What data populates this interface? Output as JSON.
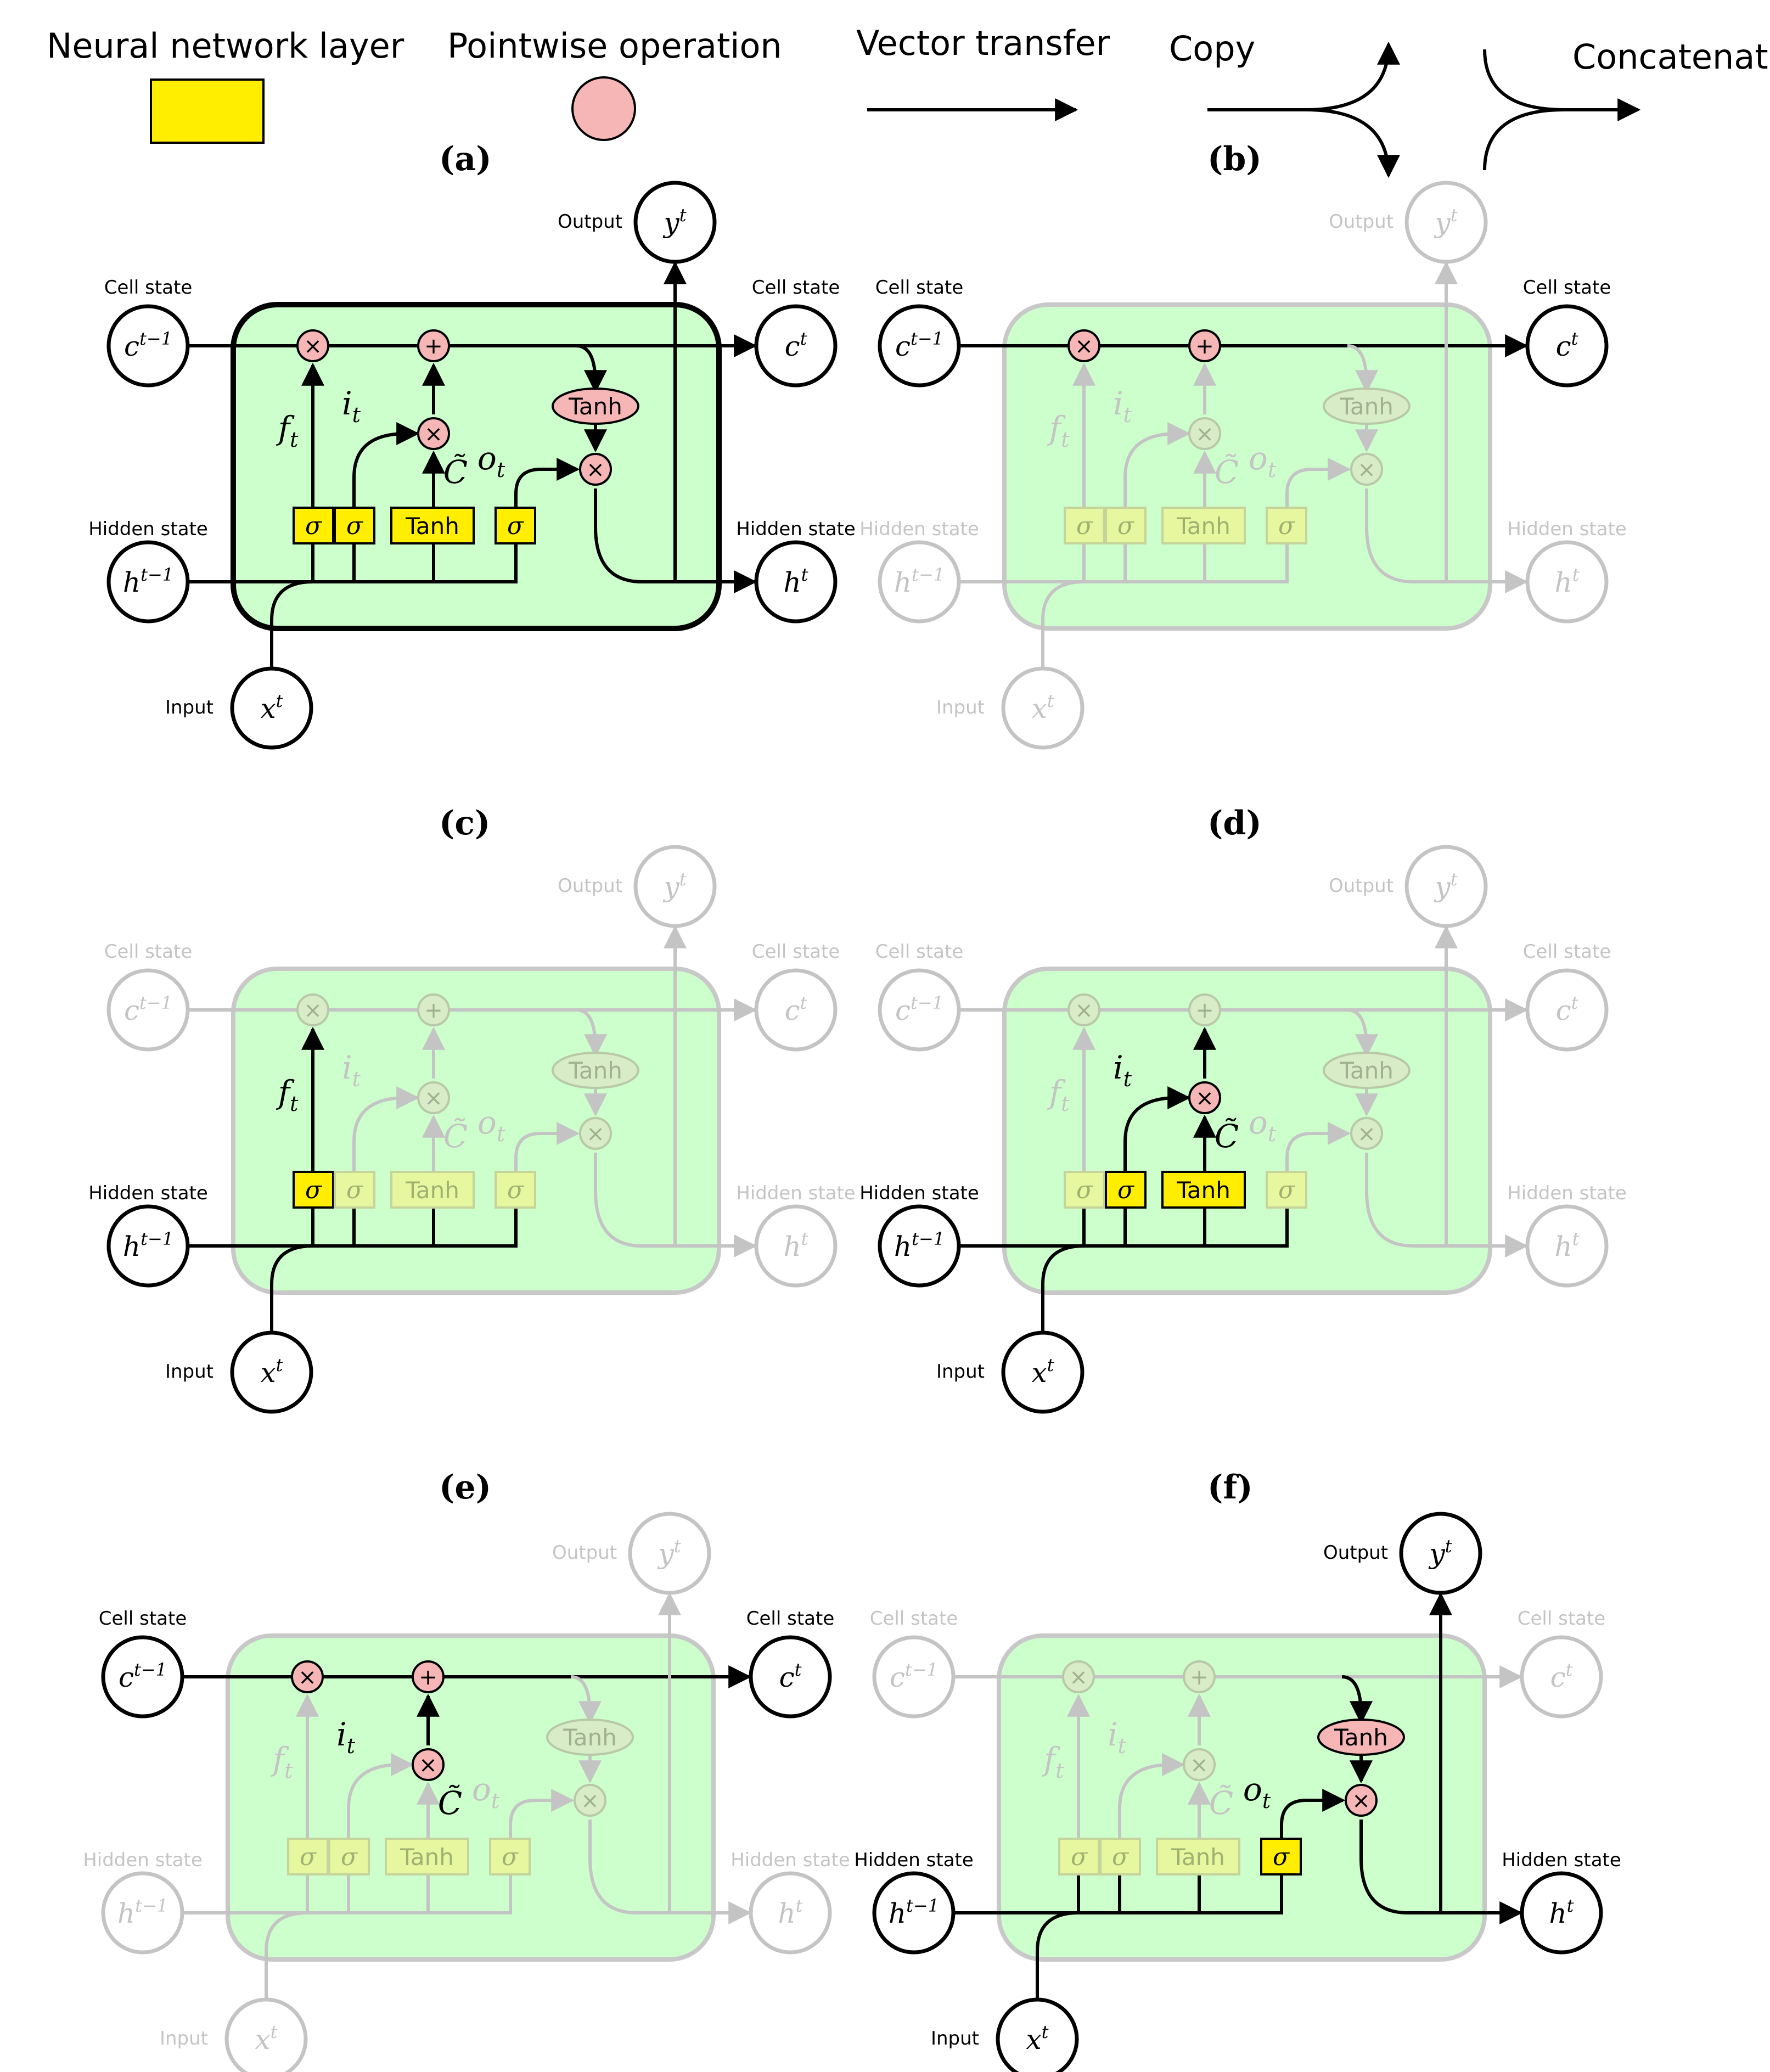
{
  "legend": {
    "neural_network_layer": "Neural network layer",
    "pointwise_operation": "Pointwise operation",
    "vector_transfer": "Vector transfer",
    "copy": "Copy",
    "concatenate": "Concatenate"
  },
  "labels": {
    "cell_state": "Cell state",
    "hidden_state": "Hidden state",
    "output": "Output",
    "input": "Input",
    "sigma": "σ",
    "tanh": "Tanh",
    "times": "×",
    "plus": "+",
    "c_prev_base": "c",
    "c_prev_sup": "t−1",
    "c_base": "c",
    "c_sup": "t",
    "h_prev_base": "h",
    "h_prev_sup": "t−1",
    "h_base": "h",
    "h_sup": "t",
    "x_base": "x",
    "x_sup": "t",
    "y_base": "y",
    "y_sup": "t",
    "f_t": "f",
    "f_sub": "t",
    "i_t": "i",
    "i_sub": "t",
    "o_t": "o",
    "o_sub": "t",
    "c_tilde": "C̃"
  },
  "panels": [
    {
      "id": "a",
      "label": "(a)",
      "highlight": [
        "all"
      ]
    },
    {
      "id": "b",
      "label": "(b)",
      "highlight": [
        "cell-line",
        "c_prev",
        "c_out",
        "mul1",
        "add1"
      ]
    },
    {
      "id": "c",
      "label": "(c)",
      "highlight": [
        "forget-gate",
        "h_prev",
        "x_in",
        "f_label"
      ]
    },
    {
      "id": "d",
      "label": "(d)",
      "highlight": [
        "input-gate",
        "candidate",
        "h_prev",
        "x_in",
        "mul2",
        "i_label",
        "ct_label"
      ]
    },
    {
      "id": "e",
      "label": "(e)",
      "highlight": [
        "cell-line",
        "c_prev",
        "c_out",
        "mul1",
        "add1",
        "mul2",
        "i_label",
        "ct_label",
        "i-arrow",
        "ct-arrow"
      ]
    },
    {
      "id": "f",
      "label": "(f)",
      "highlight": [
        "output-gate",
        "h_prev",
        "x_in",
        "h_out",
        "y_out",
        "tanh-out",
        "mul3",
        "o_label",
        "cell-to-tanh"
      ]
    }
  ],
  "colors": {
    "layer_fill": "#ffee00",
    "layer_fill_faded": "#e6f7a0",
    "pointwise_fill": "#f6b6b6",
    "cell_fill": "#ccffcc",
    "cell_border_active": "#000000",
    "cell_border_faded": "#c8c8c8",
    "line_active": "#000000",
    "line_faded": "#c4c4c4"
  }
}
